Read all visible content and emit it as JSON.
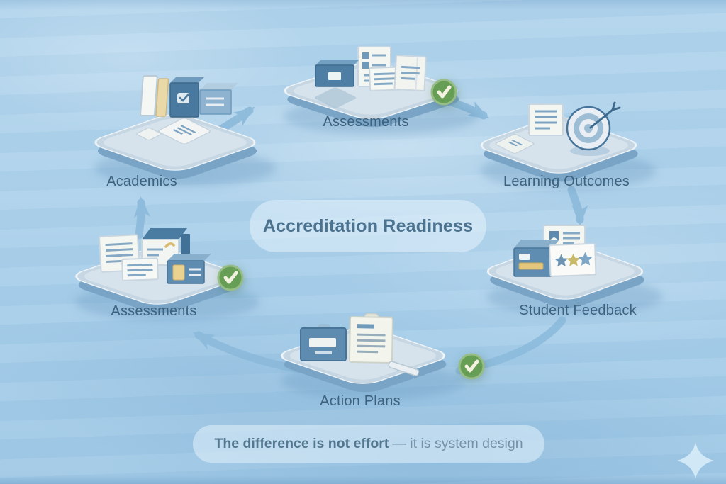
{
  "diagram": {
    "type": "cycle",
    "direction": "clockwise",
    "center_label": "Accreditation Readiness"
  },
  "tagline": {
    "bold": "The difference is not effort",
    "rest": "— it is system design"
  },
  "nodes": [
    {
      "id": "academics",
      "label": "Academics",
      "icon": "books-stack-icon",
      "checked": false
    },
    {
      "id": "assessments-top",
      "label": "Assessments",
      "icon": "document-cards-icon",
      "checked": true
    },
    {
      "id": "learning-outcomes",
      "label": "Learning Outcomes",
      "icon": "target-and-document-icon",
      "checked": false
    },
    {
      "id": "student-feedback",
      "label": "Student Feedback",
      "icon": "rating-stars-card-icon",
      "checked": false
    },
    {
      "id": "action-plans",
      "label": "Action Plans",
      "icon": "clipboard-and-pen-icon",
      "checked": true
    },
    {
      "id": "assessments-left",
      "label": "Assessments",
      "icon": "document-stack-icon",
      "checked": true
    }
  ],
  "arrows": [
    {
      "from": "academics",
      "to": "assessments-top"
    },
    {
      "from": "assessments-top",
      "to": "learning-outcomes"
    },
    {
      "from": "learning-outcomes",
      "to": "student-feedback"
    },
    {
      "from": "student-feedback",
      "to": "action-plans"
    },
    {
      "from": "action-plans",
      "to": "assessments-left"
    },
    {
      "from": "assessments-left",
      "to": "academics"
    }
  ],
  "badges": {
    "check_icon": "check-icon",
    "check_color": "#679e55"
  },
  "decor": {
    "sparkle_icon": "sparkle-icon"
  },
  "colors": {
    "background": "#a9cfe9",
    "platform_top": "#c6d7e3",
    "platform_side": "#79a4c6",
    "arrow": "#8cbadb",
    "label_text": "#3c617d",
    "title_text": "#4b7390",
    "card_white": "#f4f6f2",
    "box_blue": "#4e7ea4",
    "accent_yellow": "#e2c77c",
    "check_green": "#679e55"
  }
}
